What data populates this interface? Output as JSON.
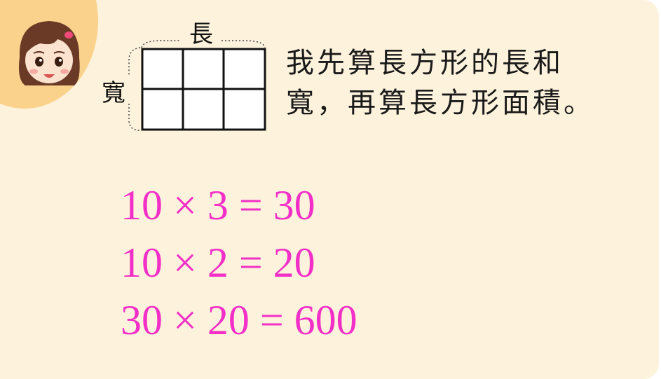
{
  "figure": {
    "length_label": "長",
    "width_label": "寬"
  },
  "speech": {
    "line1": "我先算長方形的長和",
    "line2": "寬，再算長方形面積。"
  },
  "equations": [
    "10 × 3 = 30",
    "10 × 2 = 20",
    "30 × 20 = 600"
  ],
  "colors": {
    "card_bg": "#fdf2dc",
    "corner_accent": "#fbd28c",
    "equation_text": "#f230c8"
  }
}
